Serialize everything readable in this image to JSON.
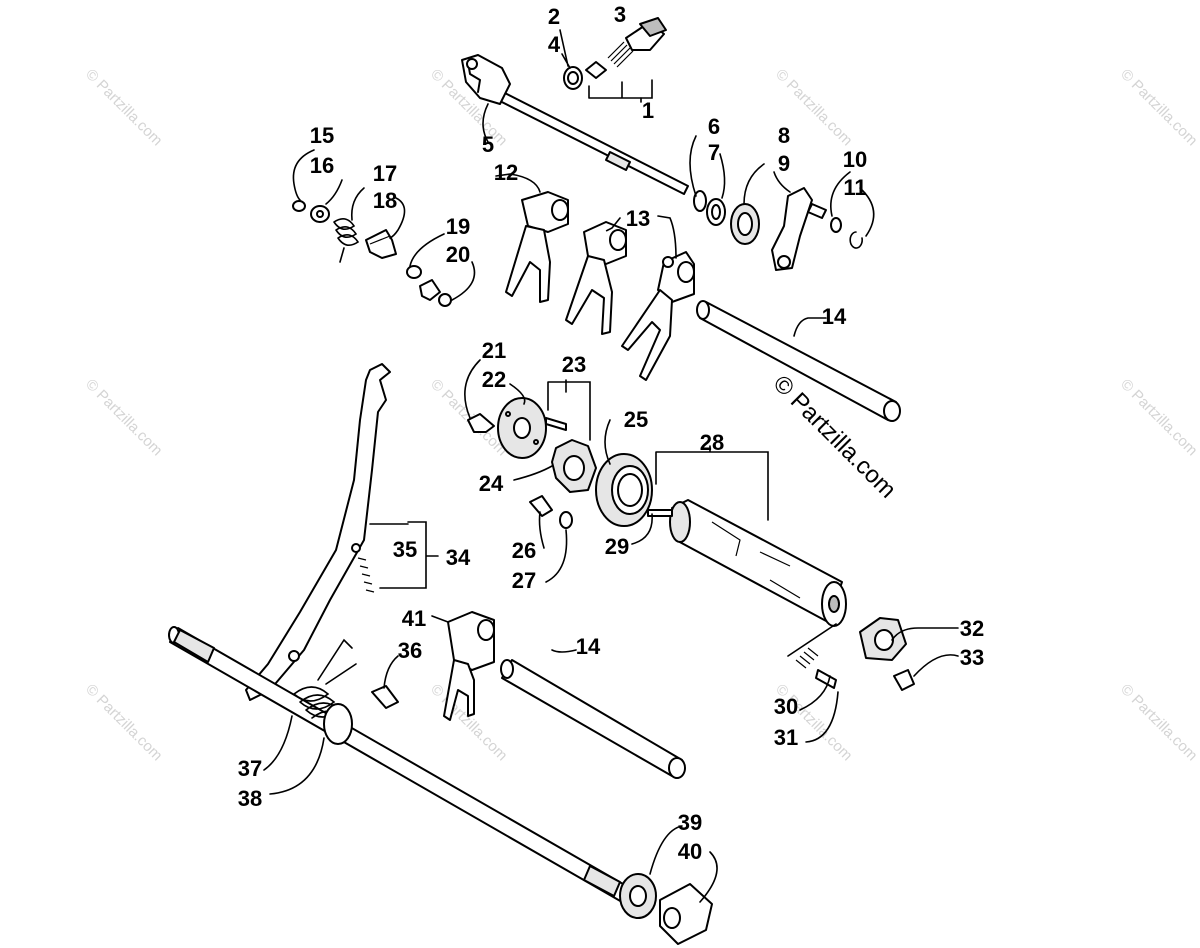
{
  "watermark": "© Partzilla.com",
  "copyright": "© Partzilla.com",
  "labels": {
    "l1": "1",
    "l2": "2",
    "l3": "3",
    "l4": "4",
    "l5": "5",
    "l6": "6",
    "l7": "7",
    "l8": "8",
    "l9": "9",
    "l10": "10",
    "l11": "11",
    "l12": "12",
    "l13": "13",
    "l14a": "14",
    "l14b": "14",
    "l15": "15",
    "l16": "16",
    "l17": "17",
    "l18": "18",
    "l19": "19",
    "l20": "20",
    "l21": "21",
    "l22": "22",
    "l23": "23",
    "l24": "24",
    "l25": "25",
    "l26": "26",
    "l27": "27",
    "l28": "28",
    "l29": "29",
    "l30": "30",
    "l31": "31",
    "l32": "32",
    "l33": "33",
    "l34": "34",
    "l35": "35",
    "l36": "36",
    "l37": "37",
    "l38": "38",
    "l39": "39",
    "l40": "40",
    "l41": "41"
  }
}
